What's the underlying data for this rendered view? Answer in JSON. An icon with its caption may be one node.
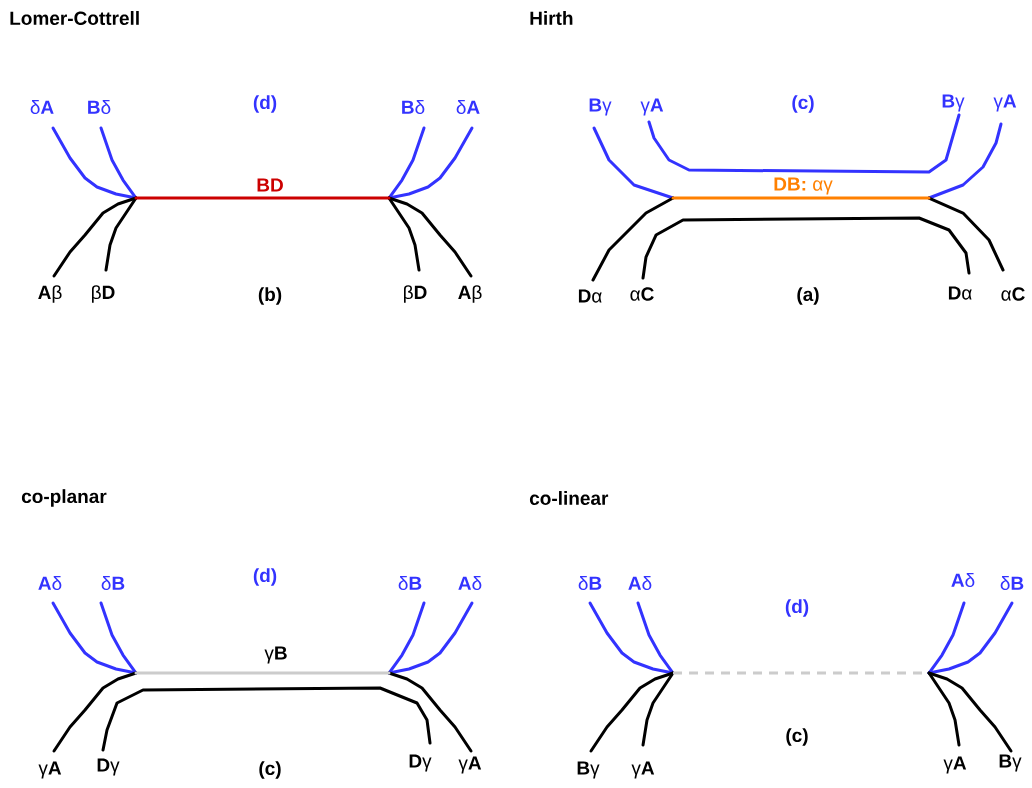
{
  "diagram": {
    "labels": [
      "Lomer-Cottrell",
      "δ**A**",
      "**B**δ",
      "(d)",
      "**B**δ",
      "δ**A**",
      "BD",
      "**A**β",
      "β**D**",
      "(b)",
      "β**D**",
      "**A**β",
      "Hirth",
      "**B**γ",
      "γ**A**",
      "(c)",
      "**B**γ",
      "γ**A**",
      "**DB:** αγ",
      "**D**α",
      "α**C**",
      "(a)",
      "**D**α",
      "α**C**",
      "co-planar",
      "**A**δ",
      "δ**B**",
      "(d)",
      "δ**B**",
      "**A**δ",
      "γ**B**",
      "γ**A**",
      "**D**γ",
      "(c)",
      "**D**γ",
      "γ**A**",
      "co-linear",
      "δ**B**",
      "**A**δ",
      "**A**δ",
      "δ**B**",
      "(d)",
      "(c)",
      "**B**γ",
      "γ**A**",
      "γ**A**",
      "**B**γ"
    ]
  }
}
